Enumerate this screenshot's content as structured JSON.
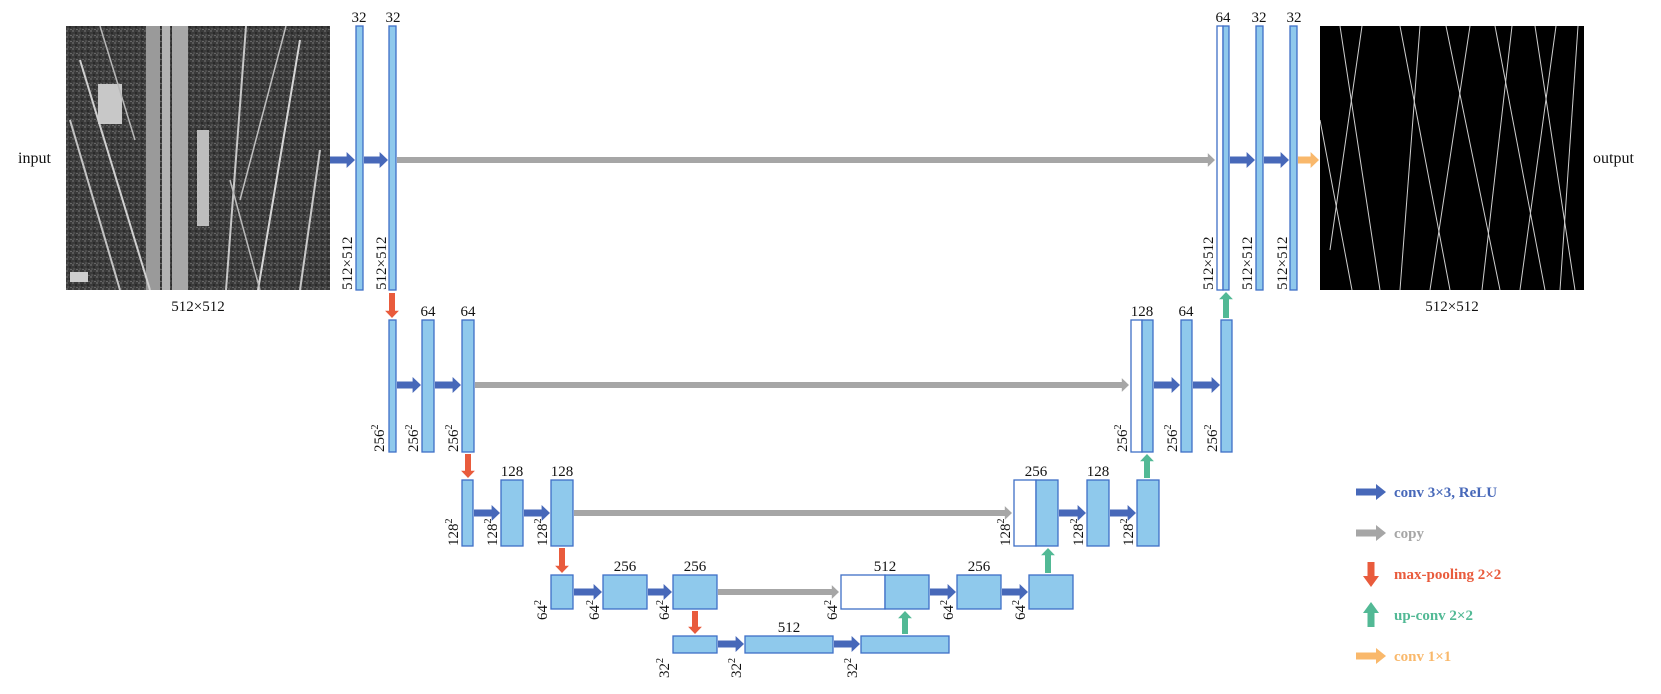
{
  "colors": {
    "fm_fill": "#8fc9ec",
    "fm_stroke": "#3f6fc7",
    "conv": "#4768b9",
    "copy": "#a6a6a6",
    "pool": "#e95b3c",
    "upconv": "#52b995",
    "conv1x1": "#f9b86b"
  },
  "io": {
    "input_label": "input",
    "output_label": "output",
    "input_size": "512×512",
    "output_size": "512×512"
  },
  "channels": {
    "c32": "32",
    "c64": "64",
    "c128": "128",
    "c256": "256",
    "c512": "512"
  },
  "sizes": {
    "s512": "512×512",
    "s256": "256",
    "s128": "128",
    "s64": "64",
    "s32": "32",
    "sup": "2"
  },
  "legend": [
    {
      "label": "conv 3×3, ReLU",
      "color": "#4768b9",
      "icon": "arrow-right-icon"
    },
    {
      "label": "copy",
      "color": "#a6a6a6",
      "icon": "arrow-right-icon"
    },
    {
      "label": "max-pooling 2×2",
      "color": "#e95b3c",
      "icon": "arrow-down-icon"
    },
    {
      "label": "up-conv 2×2",
      "color": "#52b995",
      "icon": "arrow-up-icon"
    },
    {
      "label": "conv 1×1",
      "color": "#f9b86b",
      "icon": "arrow-right-icon"
    }
  ]
}
